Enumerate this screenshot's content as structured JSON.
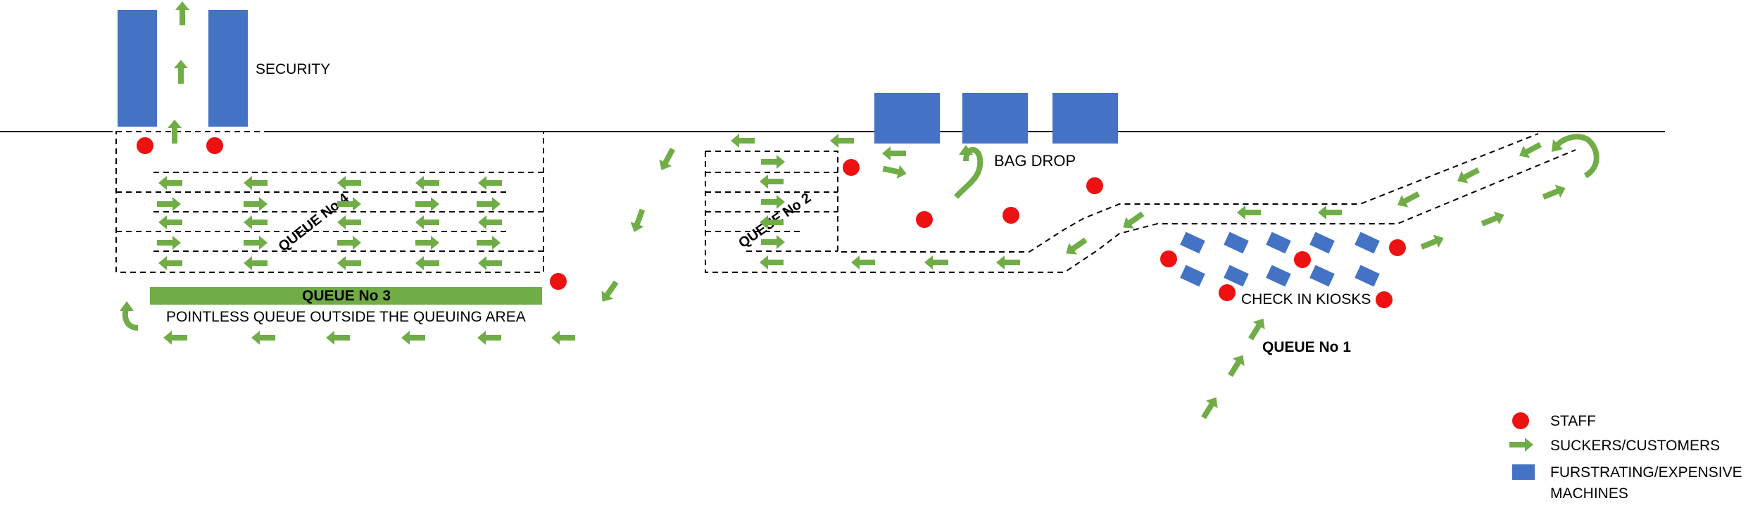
{
  "labels": {
    "security": "SECURITY",
    "bag_drop": "BAG DROP",
    "check_in_kiosks": "CHECK IN KIOSKS",
    "queue_1": "QUEUE No 1",
    "queue_2": "QUEUE No 2",
    "queue_3": "QUEUE No 3",
    "queue_4": "QUEUE No 4",
    "pointless_queue": "POINTLESS QUEUE OUTSIDE THE QUEUING AREA"
  },
  "legend": {
    "staff": "STAFF",
    "customers": "SUCKERS/CUSTOMERS",
    "machines_line1": "FURSTRATING/EXPENSIVE",
    "machines_line2": "MACHINES"
  },
  "colors": {
    "staff": "#ee1111",
    "customers": "#70ad47",
    "machines": "#4472c4",
    "queue_bar": "#70ad47"
  },
  "icons": {
    "staff": "red-circle",
    "customers": "green-arrow",
    "machines": "blue-rectangle"
  }
}
